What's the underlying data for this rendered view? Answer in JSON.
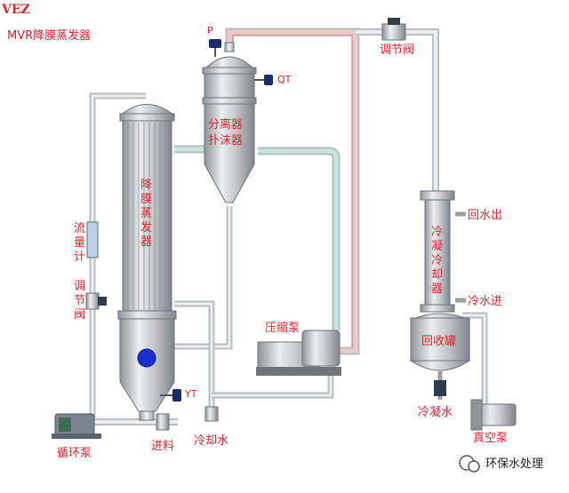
{
  "title": "VEZ",
  "subtitle": "MVR降膜蒸发器",
  "labels": {
    "p": "P",
    "qt": "QT",
    "separator": "分离器",
    "demister": "扑沫器",
    "evaporator": "降膜蒸发器",
    "flowmeter": "流量计",
    "valve_left": "调节阀",
    "valve_top": "调节阀",
    "compressor": "压缩泵",
    "yt": "YT",
    "circ_pump": "循环泵",
    "feed": "进料",
    "cooling_water": "冷却水",
    "condenser": "冷凝冷却器",
    "water_out": "回水出",
    "water_in": "冷水进",
    "recovery_tank": "回收罐",
    "condensate": "冷凝水",
    "vacuum_pump": "真空泵"
  },
  "watermark": "环保水处理",
  "colors": {
    "label": "#d8262b",
    "steam_pipe": "#d99a9a",
    "vapor_pipe": "#8fc9bd",
    "vessel": "#c3c6ca"
  }
}
